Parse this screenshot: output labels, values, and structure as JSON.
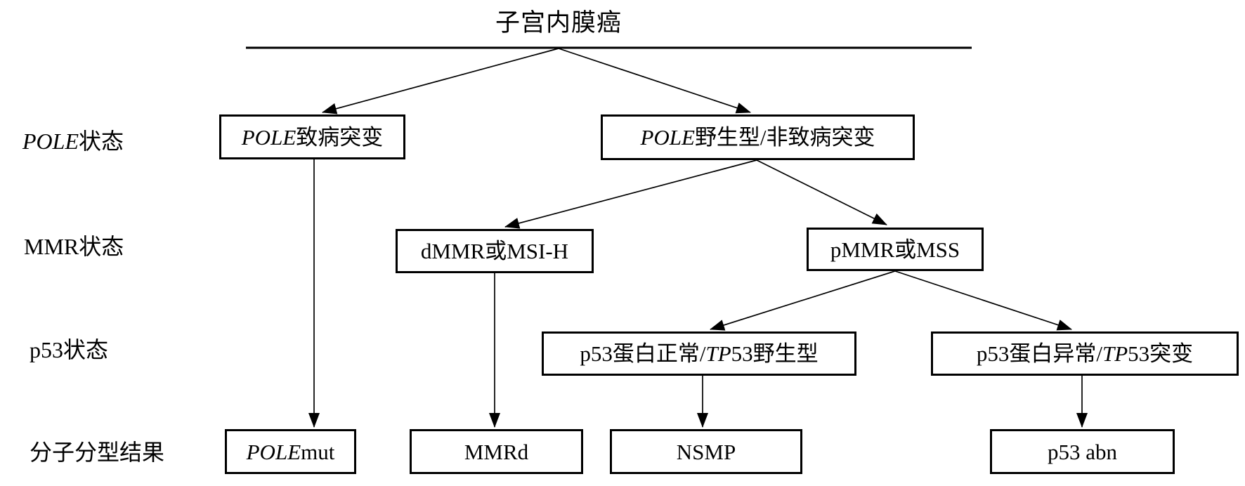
{
  "title": "子宫内膜癌",
  "row_labels": {
    "pole": {
      "italic": "POLE",
      "rest": "状态"
    },
    "mmr": {
      "text": "MMR状态"
    },
    "p53": {
      "text": "p53状态"
    },
    "result": {
      "text": "分子分型结果"
    }
  },
  "nodes": {
    "pole_pathogenic": {
      "italic": "POLE",
      "rest": "致病突变"
    },
    "pole_wildtype": {
      "italic": "POLE",
      "rest": "野生型/非致病突变"
    },
    "dmmr": {
      "text": "dMMR或MSI-H"
    },
    "pmmr": {
      "text": "pMMR或MSS"
    },
    "p53_normal": {
      "pre": "p53蛋白正常/",
      "italic": "TP",
      "post": "53野生型"
    },
    "p53_abnormal": {
      "pre": "p53蛋白异常/",
      "italic": "TP",
      "post": "53突变"
    },
    "result_pole": {
      "italic": "POLE",
      "rest": " mut"
    },
    "result_mmrd": {
      "text": "MMRd"
    },
    "result_nsmp": {
      "text": "NSMP"
    },
    "result_p53abn": {
      "text": "p53 abn"
    }
  },
  "colors": {
    "line": "#000000",
    "background": "#ffffff",
    "text": "#000000"
  }
}
